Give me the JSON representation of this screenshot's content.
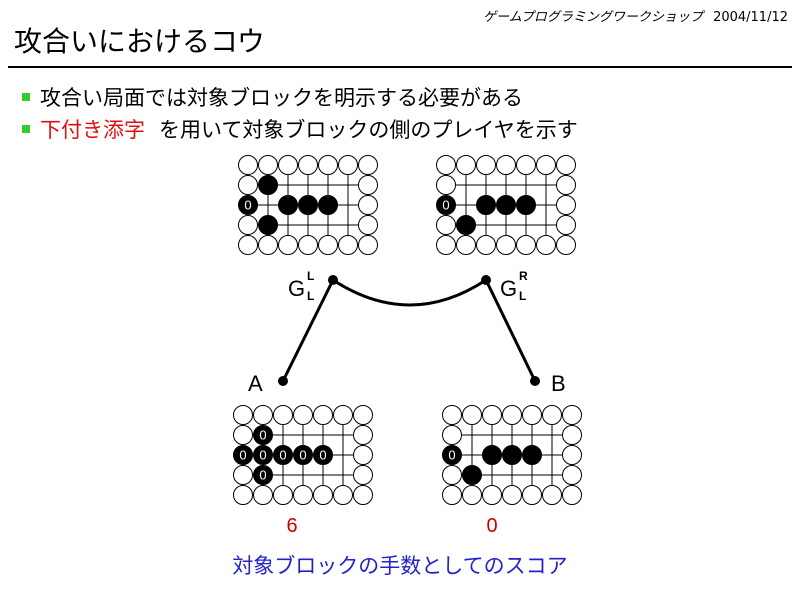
{
  "header": {
    "series": "ゲームプログラミングワークショップ",
    "date": "2004/11/12"
  },
  "title": "攻合いにおけるコウ",
  "bullets": [
    {
      "text": "攻合い局面では対象ブロックを明示する必要がある"
    },
    {
      "highlight": "下付き添字",
      "text": "を用いて対象ブロックの側のプレイヤを示す"
    }
  ],
  "nodes": {
    "gl": {
      "base": "G",
      "sup": "L",
      "sub": "L"
    },
    "gr": {
      "base": "G",
      "sup": "R",
      "sub": "L"
    },
    "a": "A",
    "b": "B"
  },
  "scores": {
    "left": "6",
    "right": "0"
  },
  "caption": "対象ブロックの手数としてのスコア",
  "colors": {
    "bullet": "#33cc33",
    "highlight": "#e01010",
    "caption": "#2222cc",
    "score": "#cc0000"
  },
  "boards": [
    {
      "stones": [
        {
          "r": 1,
          "c": 1,
          "color": "black"
        },
        {
          "r": 2,
          "c": 0,
          "color": "black",
          "label": "0"
        },
        {
          "r": 2,
          "c": 2,
          "color": "black"
        },
        {
          "r": 2,
          "c": 3,
          "color": "black"
        },
        {
          "r": 2,
          "c": 4,
          "color": "black"
        },
        {
          "r": 3,
          "c": 1,
          "color": "black"
        }
      ]
    },
    {
      "stones": [
        {
          "r": 2,
          "c": 0,
          "color": "black",
          "label": "0"
        },
        {
          "r": 2,
          "c": 2,
          "color": "black"
        },
        {
          "r": 2,
          "c": 3,
          "color": "black"
        },
        {
          "r": 2,
          "c": 4,
          "color": "black"
        },
        {
          "r": 3,
          "c": 1,
          "color": "black"
        }
      ]
    },
    {
      "stones": [
        {
          "r": 1,
          "c": 1,
          "color": "black",
          "label": "0"
        },
        {
          "r": 2,
          "c": 0,
          "color": "black",
          "label": "0"
        },
        {
          "r": 2,
          "c": 1,
          "color": "black",
          "label": "0"
        },
        {
          "r": 2,
          "c": 2,
          "color": "black",
          "label": "0"
        },
        {
          "r": 2,
          "c": 3,
          "color": "black",
          "label": "0"
        },
        {
          "r": 2,
          "c": 4,
          "color": "black",
          "label": "0"
        },
        {
          "r": 3,
          "c": 1,
          "color": "black",
          "label": "0"
        }
      ]
    },
    {
      "stones": [
        {
          "r": 2,
          "c": 0,
          "color": "black",
          "label": "0"
        },
        {
          "r": 2,
          "c": 2,
          "color": "black"
        },
        {
          "r": 2,
          "c": 3,
          "color": "black"
        },
        {
          "r": 2,
          "c": 4,
          "color": "black"
        },
        {
          "r": 3,
          "c": 1,
          "color": "black"
        }
      ]
    }
  ]
}
